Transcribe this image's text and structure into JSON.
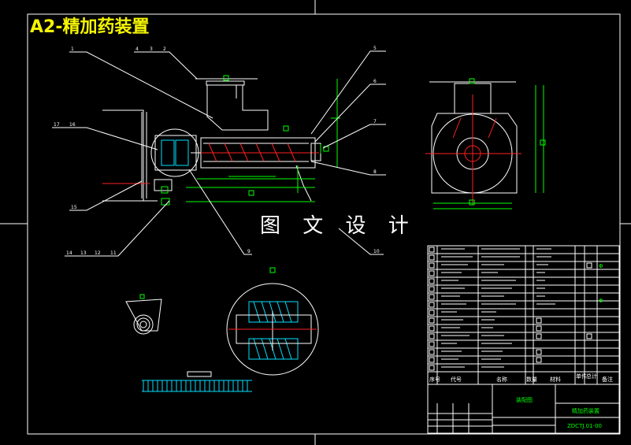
{
  "drawing": {
    "title": "A2-精加药装置",
    "watermark": "图 文 设 计"
  },
  "part_callouts": [
    "1",
    "4",
    "3",
    "2",
    "5",
    "6",
    "7",
    "8",
    "17",
    "16",
    "15",
    "9",
    "10",
    "14",
    "13",
    "12",
    "11"
  ],
  "title_block": {
    "header_columns": [
      "序号",
      "代号",
      "名称",
      "数量",
      "材料",
      "单件",
      "总计",
      "备注"
    ],
    "assembly_name": "装配图",
    "product_name": "精加药装置",
    "drawing_number": "ZDCTJ.01-00"
  },
  "colors": {
    "background": "#000000",
    "title": "#f5f500",
    "outline": "#ffffff",
    "dimension": "#00ff00",
    "centerline": "#ff2020",
    "hatch": "#00e0ff"
  }
}
